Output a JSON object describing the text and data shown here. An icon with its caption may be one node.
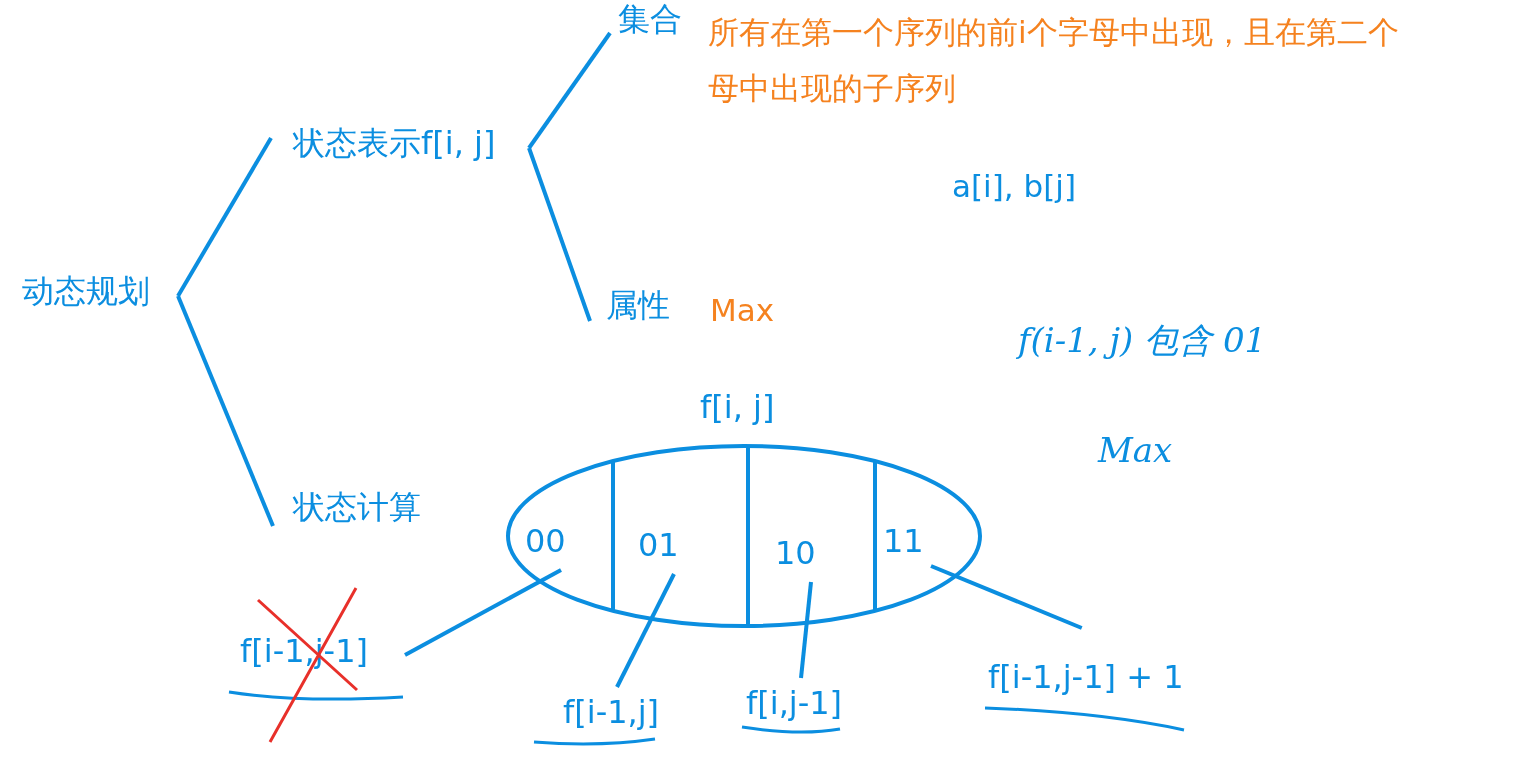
{
  "diagram": {
    "nodes": [
      {
        "text": [
          "动态规划"
        ]
      },
      {
        "text": [
          "状态表示f[i, j]"
        ]
      },
      {
        "text": [
          "集合"
        ],
        "beside": [
          "所有在第一个序列的前i个字母中出现，且在第二个母中出现的子序列"
        ]
      },
      {
        "text": [
          "属性"
        ],
        "beside": [
          "Max"
        ]
      },
      {
        "text": [
          "状态计算"
        ]
      },
      {
        "text": [
          "f[i, j]"
        ]
      },
      {
        "text": [
          "00"
        ],
        "in": 5
      },
      {
        "text": [
          "01"
        ],
        "in": 5
      },
      {
        "text": [
          "10"
        ],
        "in": 5
      },
      {
        "text": [
          "11"
        ],
        "in": 5
      },
      {
        "text": [
          "f[i-1,j-1]"
        ]
      },
      {
        "text": [
          "f[i-1,j]"
        ]
      },
      {
        "text": [
          "f[i,j-1]"
        ]
      },
      {
        "text": [
          "f[i-1,j-1] + 1"
        ]
      }
    ],
    "edges": [
      {
        "from": 0,
        "to": 1,
        "arrow": "none"
      },
      {
        "from": 0,
        "to": 4,
        "arrow": "none"
      },
      {
        "from": 1,
        "to": 2,
        "arrow": "none"
      },
      {
        "from": 1,
        "to": 3,
        "arrow": "none"
      },
      {
        "from": 6,
        "to": 10,
        "arrow": "none"
      },
      {
        "from": 7,
        "to": 11,
        "arrow": "none"
      },
      {
        "from": 8,
        "to": 12,
        "arrow": "none"
      },
      {
        "from": 9,
        "to": 13,
        "arrow": "none"
      }
    ],
    "labels": [
      "a[i], b[j]",
      "f(i-1, j) 包含 01",
      "Max"
    ]
  }
}
